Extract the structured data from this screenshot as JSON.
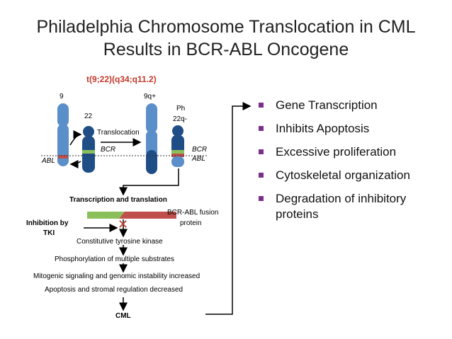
{
  "title": {
    "line1": "Philadelphia Chromosome Translocation in CML",
    "line2": "Results in BCR-ABL Oncogene"
  },
  "translocation_notation": "t(9;22)(q34;q11.2)",
  "chromosomes": {
    "chr9": "9",
    "chr22": "22",
    "chr9q": "9q+",
    "ph": "Ph",
    "chr22q": "22q-"
  },
  "labels": {
    "translocation": "Translocation",
    "abl_left": "ABL",
    "bcr_left": "BCR",
    "bcr_right": "BCR",
    "abl_right": "ABL",
    "transcription_translation": "Transcription and translation",
    "fusion_protein_line1": "BCR-ABL fusion",
    "fusion_protein_line2": "protein",
    "inhibition_line1": "Inhibition by",
    "inhibition_line2": "TKI",
    "tki_mark": "✕",
    "kinase": "Constitutive tyrosine kinase",
    "phosphorylation": "Phosphorylation of multiple substrates",
    "mitogenic": "Mitogenic signaling and genomic instability increased",
    "apoptosis": "Apoptosis and stromal regulation decreased",
    "cml": "CML"
  },
  "bullets": [
    "Gene Transcription",
    "Inhibits Apoptosis",
    "Excessive proliferation",
    "Cytoskeletal organization",
    "Degradation of inhibitory proteins"
  ],
  "colors": {
    "chromosome_light": "#5b8fc9",
    "chromosome_dark": "#1f4e87",
    "bcr_green": "#8bbf5a",
    "abl_red": "#c0504d",
    "bullet_purple": "#7b2f8a",
    "mark_red": "#c0392b"
  }
}
